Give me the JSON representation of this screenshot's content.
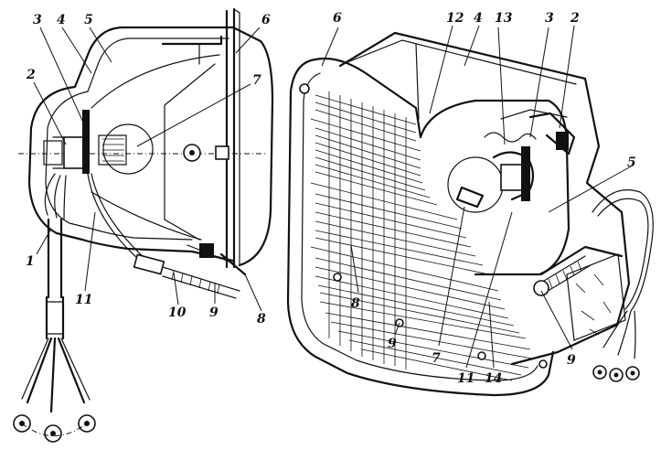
{
  "diagram": {
    "labels": [
      "1",
      "2",
      "3",
      "4",
      "5",
      "6",
      "7",
      "8",
      "9",
      "10",
      "11",
      "12",
      "13",
      "14"
    ],
    "colors": {
      "ink": "#111111",
      "paper": "#ffffff"
    }
  }
}
